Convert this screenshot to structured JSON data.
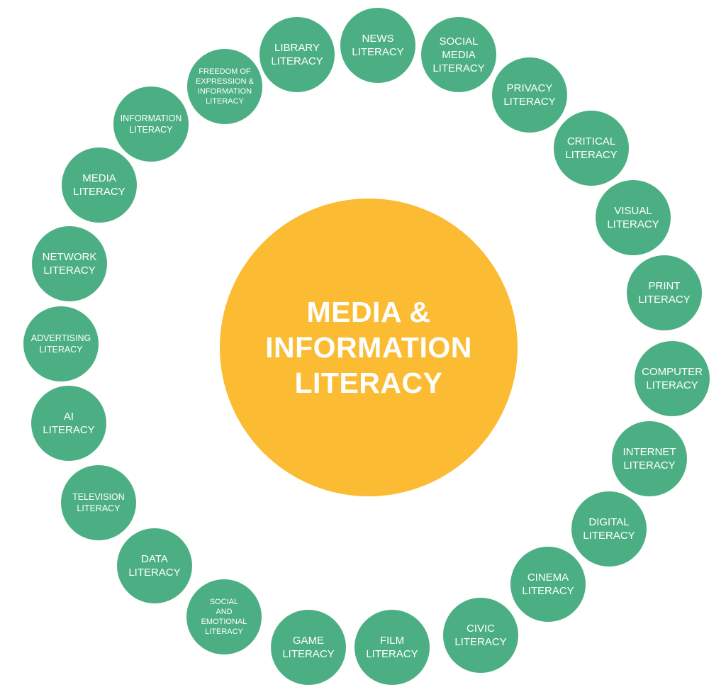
{
  "colors": {
    "center": "#fbbb33",
    "node": "#4caf84",
    "text": "#ffffff"
  },
  "center": {
    "lines": [
      "MEDIA &",
      "INFORMATION",
      "LITERACY"
    ]
  },
  "nodes": [
    {
      "id": "news",
      "lines": [
        "NEWS",
        "LITERACY"
      ]
    },
    {
      "id": "social-media",
      "lines": [
        "SOCIAL",
        "MEDIA",
        "LITERACY"
      ]
    },
    {
      "id": "privacy",
      "lines": [
        "PRIVACY",
        "LITERACY"
      ]
    },
    {
      "id": "critical",
      "lines": [
        "CRITICAL",
        "LITERACY"
      ]
    },
    {
      "id": "visual",
      "lines": [
        "VISUAL",
        "LITERACY"
      ]
    },
    {
      "id": "print",
      "lines": [
        "PRINT",
        "LITERACY"
      ]
    },
    {
      "id": "computer",
      "lines": [
        "COMPUTER",
        "LITERACY"
      ]
    },
    {
      "id": "internet",
      "lines": [
        "INTERNET",
        "LITERACY"
      ]
    },
    {
      "id": "digital",
      "lines": [
        "DIGITAL",
        "LITERACY"
      ]
    },
    {
      "id": "cinema",
      "lines": [
        "CINEMA",
        "LITERACY"
      ]
    },
    {
      "id": "civic",
      "lines": [
        "CIVIC",
        "LITERACY"
      ]
    },
    {
      "id": "film",
      "lines": [
        "FILM",
        "LITERACY"
      ]
    },
    {
      "id": "game",
      "lines": [
        "GAME",
        "LITERACY"
      ]
    },
    {
      "id": "social-emotional",
      "lines": [
        "SOCIAL",
        "AND",
        "EMOTIONAL",
        "LITERACY"
      ]
    },
    {
      "id": "data",
      "lines": [
        "DATA",
        "LITERACY"
      ]
    },
    {
      "id": "television",
      "lines": [
        "TELEVISION",
        "LITERACY"
      ]
    },
    {
      "id": "ai",
      "lines": [
        "AI",
        "LITERACY"
      ]
    },
    {
      "id": "advertising",
      "lines": [
        "ADVERTISING",
        "LITERACY"
      ]
    },
    {
      "id": "network",
      "lines": [
        "NETWORK",
        "LITERACY"
      ]
    },
    {
      "id": "media",
      "lines": [
        "MEDIA",
        "LITERACY"
      ]
    },
    {
      "id": "information",
      "lines": [
        "INFORMATION",
        "LITERACY"
      ]
    },
    {
      "id": "freedom-of-expression",
      "lines": [
        "FREEDOM OF",
        "EXPRESSION &",
        "INFORMATION",
        "LITERACY"
      ]
    },
    {
      "id": "library",
      "lines": [
        "LIBRARY",
        "LITERACY"
      ]
    }
  ]
}
